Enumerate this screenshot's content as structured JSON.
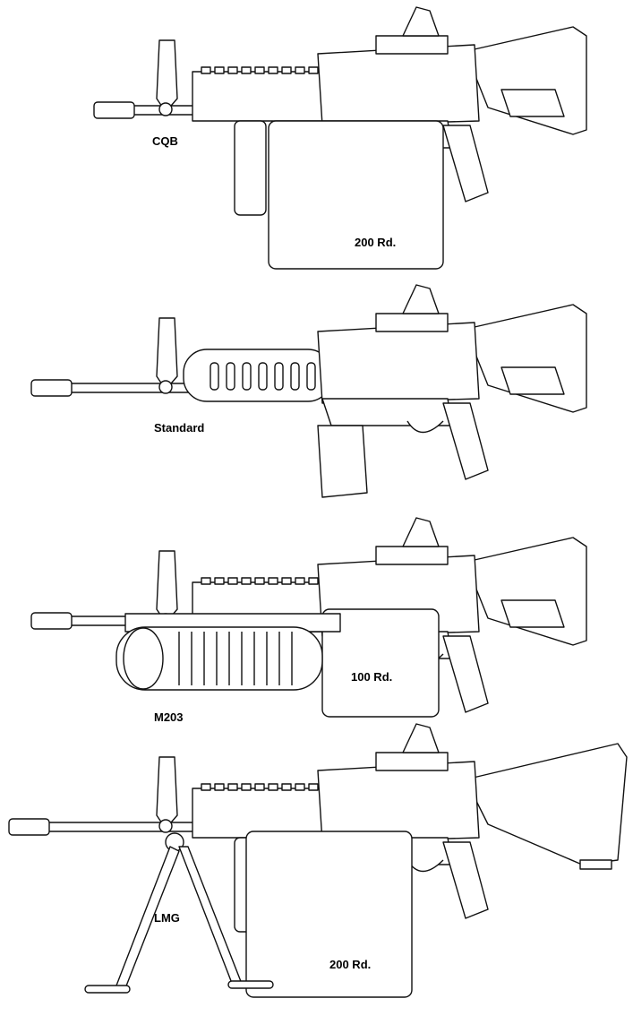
{
  "variants": [
    {
      "name": "CQB",
      "capacity": "200 Rd."
    },
    {
      "name": "Standard"
    },
    {
      "name": "M203",
      "capacity": "100 Rd."
    },
    {
      "name": "LMG",
      "capacity": "200 Rd."
    }
  ]
}
